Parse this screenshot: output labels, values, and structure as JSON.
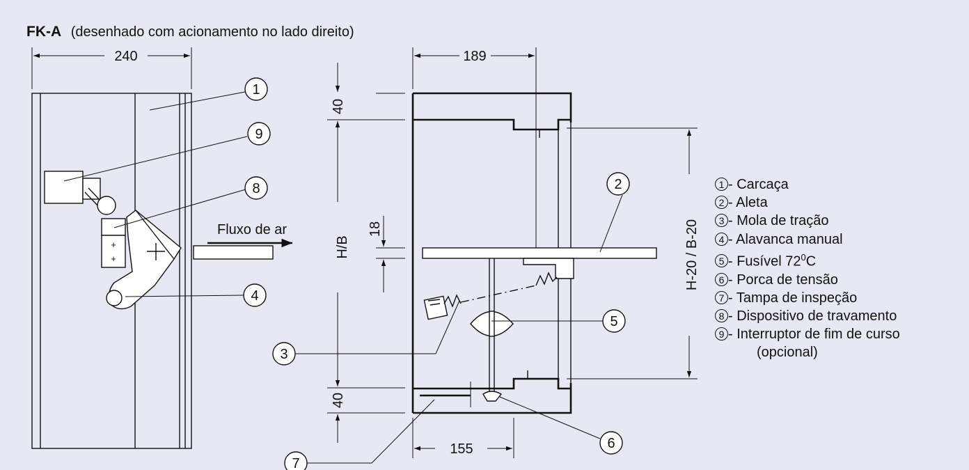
{
  "title": {
    "code": "FK-A",
    "note": "(desenhado com acionamento no lado direito)"
  },
  "dimensions": {
    "width_left": "240",
    "width_right_top": "189",
    "width_right_bottom": "155",
    "top_frame": "40",
    "bottom_frame": "40",
    "blade_thickness": "18",
    "height": "H/B",
    "inner_height": "H-20 / B-20"
  },
  "airflow_label": "Fluxo de ar",
  "callouts": [
    "1",
    "2",
    "3",
    "4",
    "5",
    "6",
    "7",
    "8",
    "9"
  ],
  "legend": [
    {
      "num": "1",
      "label": "- Carcaça"
    },
    {
      "num": "2",
      "label": "- Aleta"
    },
    {
      "num": "3",
      "label": "- Mola de tração"
    },
    {
      "num": "4",
      "label": "- Alavanca manual"
    },
    {
      "num": "5",
      "label": "- Fusível 72",
      "sup": "0",
      "suffix": "C"
    },
    {
      "num": "6",
      "label": "- Porca de tensão"
    },
    {
      "num": "7",
      "label": "- Tampa de inspeção"
    },
    {
      "num": "8",
      "label": "- Dispositivo de travamento"
    },
    {
      "num": "9",
      "label": "- Interruptor de fim de curso"
    }
  ],
  "legend_continuation": "(opcional)",
  "colors": {
    "background": "#e7e8f3",
    "line": "#111111",
    "part_fill": "#ffffff"
  }
}
